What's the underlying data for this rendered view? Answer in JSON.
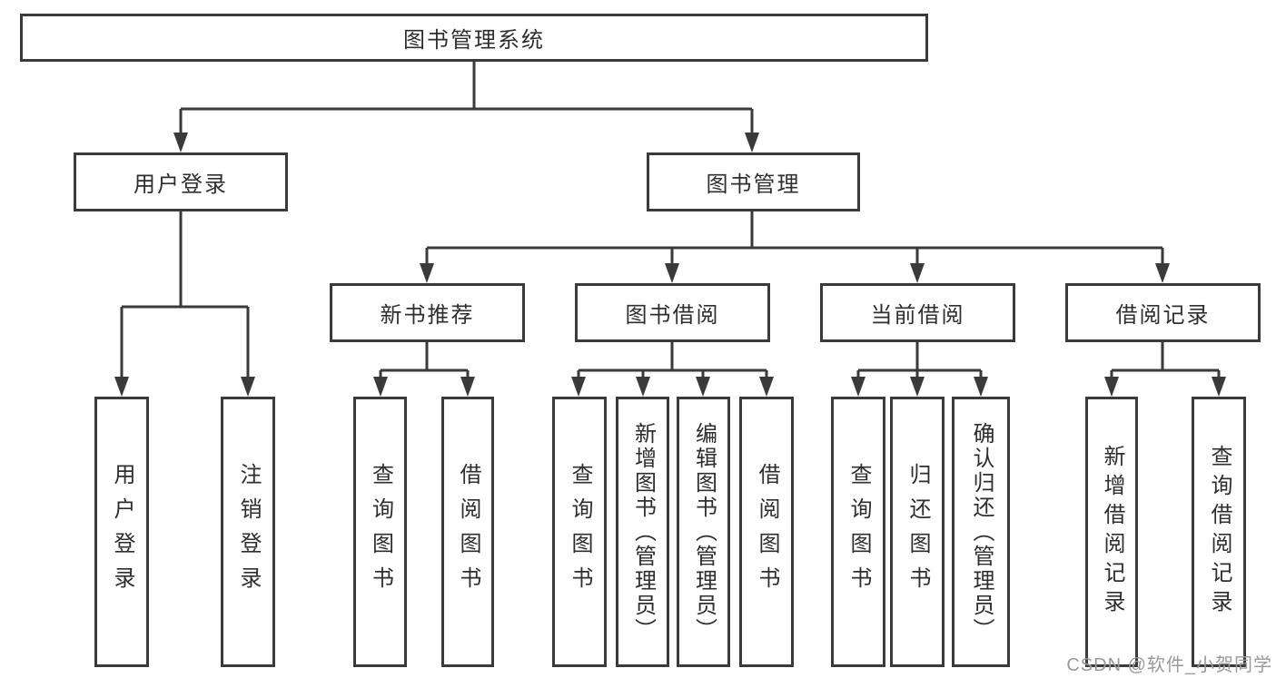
{
  "diagram": {
    "root": {
      "label": "图书管理系统"
    },
    "branches": [
      {
        "label": "用户登录",
        "children": [
          {
            "label": "用户登录"
          },
          {
            "label": "注销登录"
          }
        ]
      },
      {
        "label": "图书管理",
        "groups": [
          {
            "label": "新书推荐",
            "children": [
              {
                "label": "查询图书"
              },
              {
                "label": "借阅图书"
              }
            ]
          },
          {
            "label": "图书借阅",
            "children": [
              {
                "label": "查询图书"
              },
              {
                "label": "新增图书（管理员）"
              },
              {
                "label": "编辑图书（管理员）"
              },
              {
                "label": "借阅图书"
              }
            ]
          },
          {
            "label": "当前借阅",
            "children": [
              {
                "label": "查询图书"
              },
              {
                "label": "归还图书"
              },
              {
                "label": "确认归还（管理员）"
              }
            ]
          },
          {
            "label": "借阅记录",
            "children": [
              {
                "label": "新增借阅记录"
              },
              {
                "label": "查询借阅记录"
              }
            ]
          }
        ]
      }
    ]
  },
  "watermark": {
    "text": "CSDN @软件_小贺同学"
  },
  "colors": {
    "line": "#3a3a3a",
    "text": "#2e2e2e",
    "watermark": "#9a9a9a",
    "background": "#ffffff"
  }
}
